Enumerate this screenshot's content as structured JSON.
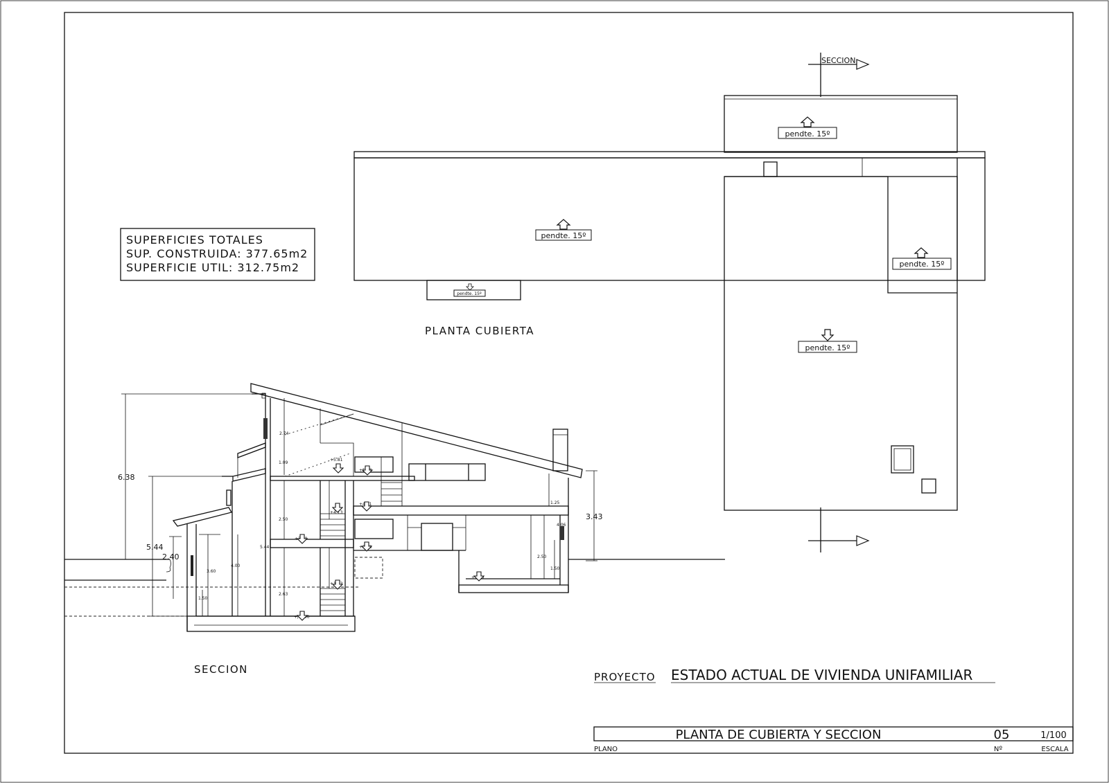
{
  "sheet": {
    "surfaces_box": {
      "title": "SUPERFICIES TOTALES",
      "built": "SUP. CONSTRUIDA: 377.65m2",
      "useful": "SUPERFICIE UTIL: 312.75m2"
    },
    "roof_plan": {
      "caption": "PLANTA CUBIERTA",
      "section_marker": "SECCION",
      "slope_labels": [
        "pendte. 15º",
        "pendte. 15º",
        "pendte. 15º",
        "pendte. 15º",
        "pendte. 15º"
      ]
    },
    "section": {
      "caption": "SECCION",
      "dimensions": [
        "6.38",
        "5.44",
        "2.40",
        "3.60",
        "1.50",
        "4.00",
        "5.44",
        "2.74",
        "1.09",
        "2.50",
        "2.63",
        "1.25",
        "4.06",
        "2.50",
        "1.50",
        "3.43"
      ],
      "levels": [
        "+5.81",
        "+5.63",
        "+4.13",
        "+4.31",
        "+3.00",
        "+2.63",
        "+1.13",
        "+/-0.00",
        "+1.50"
      ]
    },
    "project": {
      "label": "PROYECTO",
      "name": "ESTADO ACTUAL  DE  VIVIENDA UNIFAMILIAR"
    },
    "title_block": {
      "plan_title": "PLANTA DE CUBIERTA Y SECCION",
      "number": "05",
      "scale": "1/100",
      "plan_label": "PLANO",
      "number_label": "Nº",
      "scale_label": "ESCALA"
    }
  }
}
